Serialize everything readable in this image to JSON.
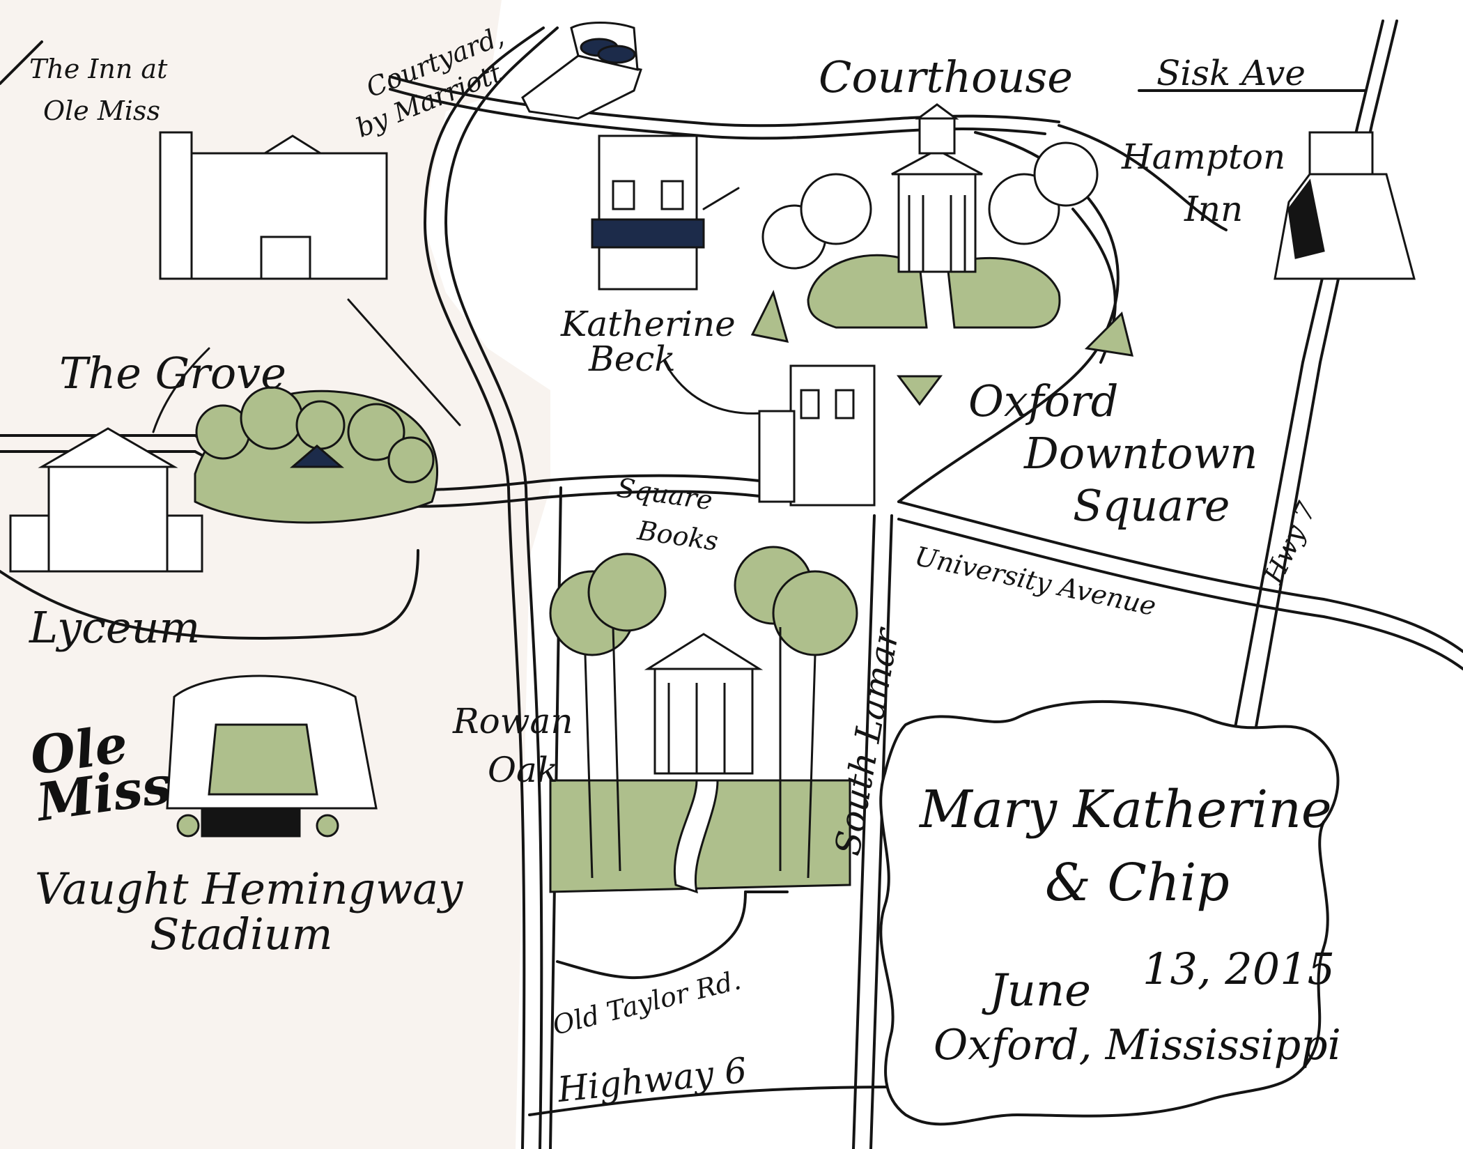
{
  "colors": {
    "background": "#ffffff",
    "campus_fill": "#f8f3ef",
    "greenery": "#aebf8c",
    "navy_accent": "#1c2b4a",
    "ink": "#141414"
  },
  "icons": {
    "hotel_bed": "bed-icon",
    "stadium": "stadium-icon",
    "courthouse": "courthouse-icon"
  },
  "labels": {
    "inn_line1": "The Inn at",
    "inn_line2": "Ole Miss",
    "courtyard_line1": "Courtyard,",
    "courtyard_line2": "by Marriott",
    "courthouse": "Courthouse",
    "sisk": "Sisk Ave",
    "hampton_line1": "Hampton",
    "hampton_line2": "Inn",
    "katherine_line1": "Katherine",
    "katherine_line2": "Beck",
    "grove": "The Grove",
    "oxford_line1": "Oxford",
    "oxford_line2": "Downtown",
    "oxford_line3": "Square",
    "square_books_line1": "Square",
    "square_books_line2": "Books",
    "university_avenue": "University Avenue",
    "hwy7": "Hwy 7",
    "lyceum": "Lyceum",
    "ole_miss_line1": "Ole",
    "ole_miss_line2": "Miss",
    "rowan_line1": "Rowan",
    "rowan_line2": "Oak",
    "south_lamar": "South Lamar",
    "vaught_line1": "Vaught Hemingway",
    "vaught_line2": "Stadium",
    "old_taylor": "Old Taylor Rd.",
    "highway6": "Highway 6"
  },
  "cartouche": {
    "names_line1": "Mary Katherine",
    "names_line2": "& Chip",
    "date_word": "June",
    "date_num": "13, 2015",
    "place": "Oxford, Mississippi"
  }
}
